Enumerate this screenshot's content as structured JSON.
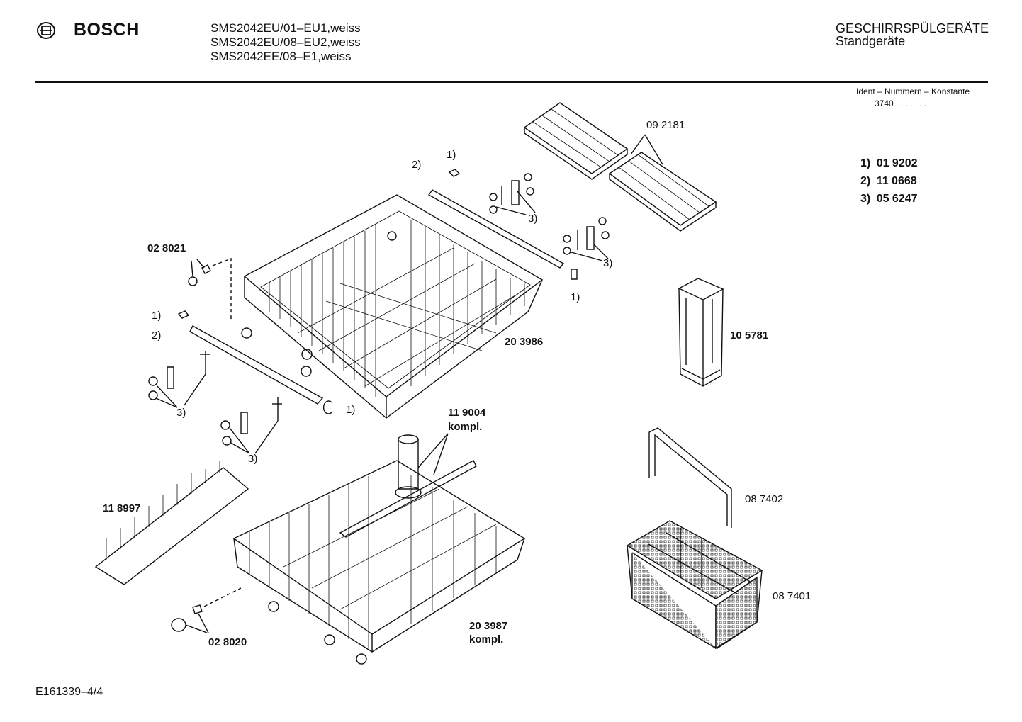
{
  "header": {
    "brand": "BOSCH",
    "models": [
      "SMS2042EU/01–EU1,weiss",
      "SMS2042EU/08–EU2,weiss",
      "SMS2042EE/08–E1,weiss"
    ],
    "category": "GESCHIRRSPÜLGERÄTE",
    "subcategory": "Standgeräte",
    "ident_title": "Ident – Nummern – Konstante",
    "ident_value": "3740 . .   . . . . ."
  },
  "key": [
    {
      "num": "1)",
      "part": "01 9202"
    },
    {
      "num": "2)",
      "part": "11 0668"
    },
    {
      "num": "3)",
      "part": "05 6247"
    }
  ],
  "parts": {
    "p092181": "09 2181",
    "p028021": "02 8021",
    "p203986": "20 3986",
    "p105781": "10 5781",
    "p119004": "11 9004",
    "p119004b": "kompl.",
    "p118997": "11 8997",
    "p087402": "08 7402",
    "p087401": "08 7401",
    "p028020": "02 8020",
    "p203987": "20 3987",
    "p203987b": "kompl."
  },
  "refs": {
    "r1": "1)",
    "r2": "2)",
    "r3": "3)"
  },
  "footer": {
    "doc_id": "E161339–4/4"
  }
}
